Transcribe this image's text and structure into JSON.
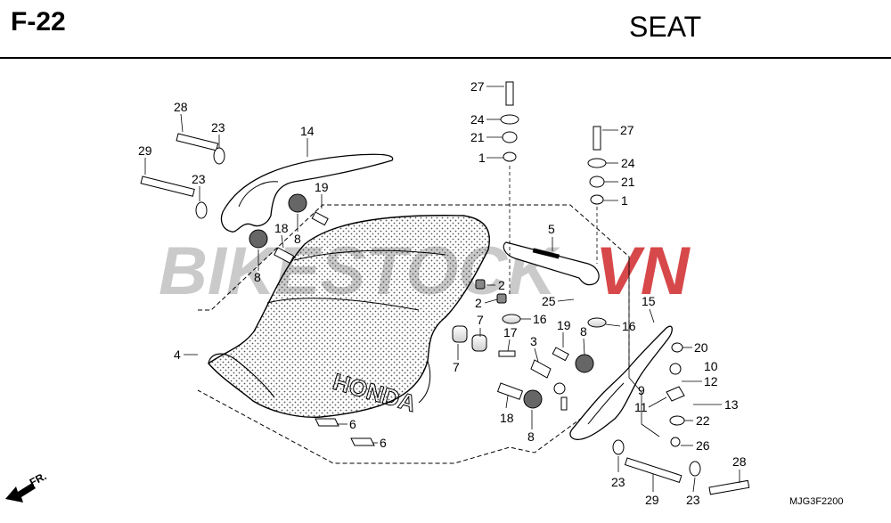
{
  "header": {
    "code": "F-22",
    "title": "SEAT"
  },
  "watermark": {
    "text": "BIKESTOCKVN",
    "brand_part": "BIKESTOCK",
    "accent_part": "VN",
    "brand_color": "#b8b8b8",
    "accent_color": "#d0282a"
  },
  "seat_emblem": "HONDA",
  "direction_label": "FR.",
  "catalog_code": "MJG3F2200",
  "callouts": {
    "c28a": "28",
    "c23a": "23",
    "c14": "14",
    "c29a": "29",
    "c23b": "23",
    "c19a": "19",
    "c18a": "18",
    "c8a": "8",
    "c8b": "8",
    "c4": "4",
    "c27a": "27",
    "c24a": "24",
    "c21a": "21",
    "c1a": "1",
    "c27b": "27",
    "c24b": "24",
    "c21b": "21",
    "c1b": "1",
    "c5": "5",
    "c2a": "2",
    "c2b": "2",
    "c25": "25",
    "c16a": "16",
    "c16b": "16",
    "c7a": "7",
    "c7b": "7",
    "c17": "17",
    "c3": "3",
    "c19b": "19",
    "c8c": "8",
    "c15": "15",
    "c20": "20",
    "c10": "10",
    "c12": "12",
    "c9": "9",
    "c11": "11",
    "c13": "13",
    "c22": "22",
    "c26": "26",
    "c18b": "18",
    "c8d": "8",
    "c6a": "6",
    "c6b": "6",
    "c23c": "23",
    "c29b": "29",
    "c23d": "23",
    "c28b": "28"
  }
}
